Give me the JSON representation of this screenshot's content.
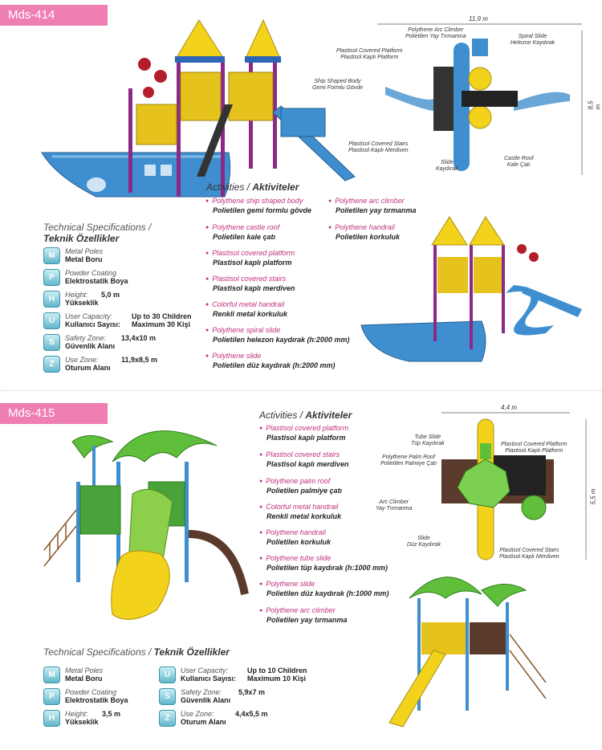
{
  "products": [
    {
      "code": "Mds-414",
      "plan_width": "11,9 m",
      "plan_height": "8,5 m",
      "plan_labels": [
        {
          "en": "Polythene Arc Climber",
          "tr": "Polietilen Yay Tırmanma"
        },
        {
          "en": "Spiral Slide",
          "tr": "Helezon Kaydırak"
        },
        {
          "en": "Plastisol Covered Platform",
          "tr": "Plastisol Kaplı Platform"
        },
        {
          "en": "Ship Shaped Body",
          "tr": "Gemi Formlu Gövde"
        },
        {
          "en": "Plastisol Covered Stairs",
          "tr": "Plastisol Kaplı Merdiven"
        },
        {
          "en": "Slide",
          "tr": "Kaydırak"
        },
        {
          "en": "Castle Roof",
          "tr": "Kale Çatı"
        }
      ],
      "activities_title": {
        "en": "Activities /",
        "tr": "Aktiviteler"
      },
      "activities_col1": [
        {
          "en": "Polythene ship shaped body",
          "tr": "Polietilen gemi formlu gövde"
        },
        {
          "en": "Polythene castle roof",
          "tr": "Polietilen kale çatı"
        },
        {
          "en": "Plastisol covered platform",
          "tr": "Plastisol kaplı platform"
        },
        {
          "en": "Plastisol covered stairs",
          "tr": "Plastisol kaplı merdiven"
        },
        {
          "en": "Colorful metal handrail",
          "tr": "Renkli metal korkuluk"
        },
        {
          "en": "Polythene spiral slide",
          "tr": "Polietilen helezon kaydırak (h:2000 mm)"
        },
        {
          "en": "Polythene slide",
          "tr": "Polietilen düz kaydırak (h:2000 mm)"
        }
      ],
      "activities_col2": [
        {
          "en": "Polythene arc climber",
          "tr": "Polietilen yay tırmanma"
        },
        {
          "en": "Polythene handrail",
          "tr": "Polietilen korkuluk"
        }
      ],
      "spec_title": {
        "en": "Technical Specifications /",
        "tr": "Teknik Özellikler"
      },
      "specs": [
        {
          "en": "Metal Poles",
          "tr": "Metal Boru",
          "val_en": "",
          "val_tr": "",
          "icon": "M"
        },
        {
          "en": "Powder Coating",
          "tr": "Elektrostatik Boya",
          "val_en": "",
          "val_tr": "",
          "icon": "P"
        },
        {
          "en": "Height:",
          "tr": "Yükseklik",
          "val_en": "5,0 m",
          "val_tr": "",
          "icon": "H"
        },
        {
          "en": "User Capacity:",
          "tr": "Kullanıcı Sayısı:",
          "val_en": "Up to 30 Children",
          "val_tr": "Maximum 30 Kişi",
          "icon": "U"
        },
        {
          "en": "Safety Zone:",
          "tr": "Güvenlik Alanı",
          "val_en": "13,4x10 m",
          "val_tr": "",
          "icon": "S"
        },
        {
          "en": "Use Zone:",
          "tr": "Oturum Alanı",
          "val_en": "11,9x8,5 m",
          "val_tr": "",
          "icon": "Z"
        }
      ]
    },
    {
      "code": "Mds-415",
      "plan_width": "4,4 m",
      "plan_height": "5,5 m",
      "plan_labels": [
        {
          "en": "Tube Slide",
          "tr": "Tüp Kaydırak"
        },
        {
          "en": "Plastisol Covered Platform",
          "tr": "Plastisol Kaplı Platform"
        },
        {
          "en": "Polythene Palm Roof",
          "tr": "Polietilen Palmiye Çatı"
        },
        {
          "en": "Arc Climber",
          "tr": "Yay Tırmanma"
        },
        {
          "en": "Slide",
          "tr": "Düz Kaydırak"
        },
        {
          "en": "Plastisol Covered Stairs",
          "tr": "Plastisol Kaplı Merdiven"
        }
      ],
      "activities_title": {
        "en": "Activities /",
        "tr": "Aktiviteler"
      },
      "activities_col1": [
        {
          "en": "Plastisol covered platform",
          "tr": "Plastisol kaplı platform"
        },
        {
          "en": "Plastisol covered stairs",
          "tr": "Plastisol kaplı merdiven"
        },
        {
          "en": "Polythene palm roof",
          "tr": "Polietilen palmiye çatı"
        },
        {
          "en": "Colorful metal handrail",
          "tr": "Renkli metal korkuluk"
        },
        {
          "en": "Polythene handrail",
          "tr": "Polietilen korkuluk"
        },
        {
          "en": "Polythene tube slide",
          "tr": "Polietilen tüp kaydırak (h:1000 mm)"
        },
        {
          "en": "Polythene slide",
          "tr": "Polietilen düz kaydırak (h:1000 mm)"
        },
        {
          "en": "Polythene arc climber",
          "tr": "Polietilen yay tırmanma"
        }
      ],
      "spec_title": {
        "en": "Technical Specifications /",
        "tr": "Teknik Özellikler"
      },
      "specs": [
        {
          "en": "Metal Poles",
          "tr": "Metal Boru",
          "val_en": "",
          "val_tr": "",
          "icon": "M"
        },
        {
          "en": "Powder Coating",
          "tr": "Elektrostatik Boya",
          "val_en": "",
          "val_tr": "",
          "icon": "P"
        },
        {
          "en": "Height:",
          "tr": "Yükseklik",
          "val_en": "3,5 m",
          "val_tr": "",
          "icon": "H"
        },
        {
          "en": "User Capacity:",
          "tr": "Kullanıcı Sayısı:",
          "val_en": "Up to 10 Children",
          "val_tr": "Maximum 10 Kişi",
          "icon": "U"
        },
        {
          "en": "Safety Zone:",
          "tr": "Güvenlik Alanı",
          "val_en": "5,9x7 m",
          "val_tr": "",
          "icon": "S"
        },
        {
          "en": "Use Zone:",
          "tr": "Oturum Alanı",
          "val_en": "4,4x5,5 m",
          "val_tr": "",
          "icon": "Z"
        }
      ]
    }
  ],
  "colors": {
    "badge": "#ef7fb3",
    "accent": "#c1317b",
    "blue": "#3f8fd0",
    "yellow": "#f3d21b",
    "green": "#5fbf3a",
    "purple": "#8a2a86"
  }
}
